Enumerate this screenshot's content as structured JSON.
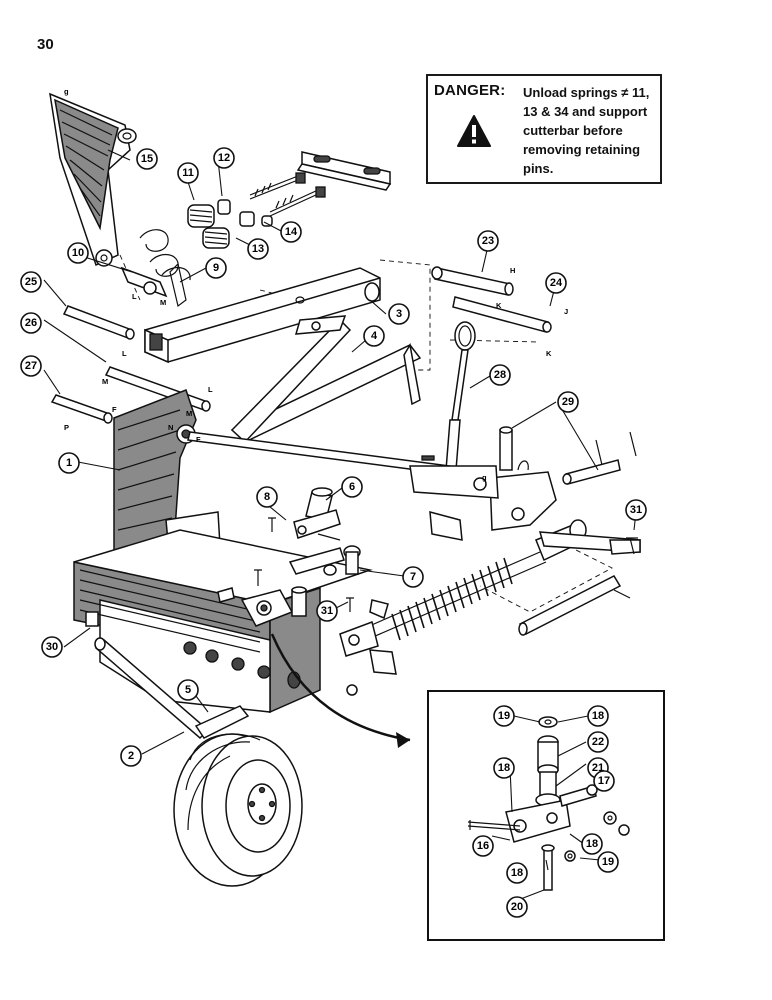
{
  "page_number": "30",
  "danger": {
    "title": "DANGER:",
    "message": "Unload springs ≠ 11, 13 & 34 and support cutterbar before removing retaining pins.",
    "icon": "warning-triangle-icon"
  },
  "callouts": [
    "1",
    "2",
    "3",
    "4",
    "5",
    "6",
    "7",
    "8",
    "9",
    "10",
    "11",
    "12",
    "13",
    "14",
    "15",
    "16",
    "17",
    "18",
    "19",
    "20",
    "21",
    "22",
    "23",
    "24",
    "25",
    "26",
    "27",
    "28",
    "29",
    "30",
    "31"
  ],
  "inset_callouts": [
    "16",
    "17",
    "18",
    "19",
    "20",
    "21",
    "22"
  ],
  "connection_letters": [
    "H",
    "J",
    "K",
    "L",
    "M",
    "N",
    "F",
    "P"
  ]
}
